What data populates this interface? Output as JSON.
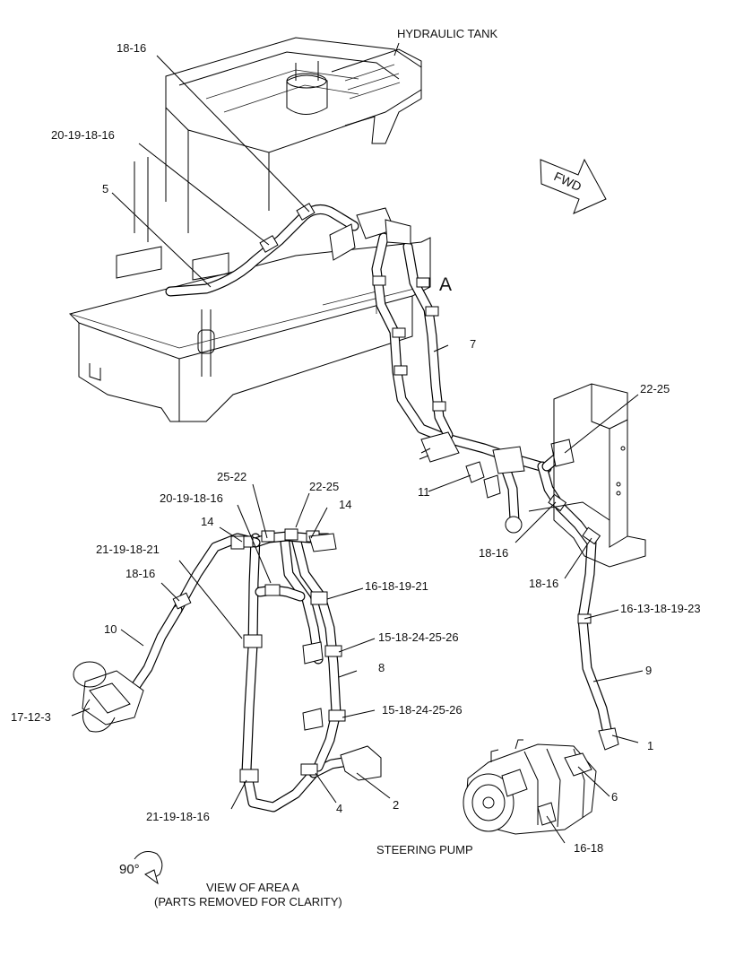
{
  "callouts": {
    "hydraulic_tank": "HYDRAULIC TANK",
    "fwd": "FWD",
    "area_a": "A",
    "steering_pump": "STEERING PUMP",
    "view_of_area_a": "VIEW OF AREA A",
    "parts_removed": "(PARTS REMOVED FOR CLARITY)",
    "rotation": "90°"
  },
  "part_labels": [
    "18-16",
    "20-19-18-16",
    "5",
    "7",
    "22-25",
    "11",
    "18-16",
    "18-16",
    "16-13-18-19-23",
    "9",
    "1",
    "6",
    "16-18",
    "25-22",
    "22-25",
    "20-19-18-16",
    "14",
    "14",
    "21-19-18-21",
    "18-16",
    "16-18-19-21",
    "10",
    "15-18-24-25-26",
    "8",
    "17-12-3",
    "15-18-24-25-26",
    "21-19-18-16",
    "4",
    "2"
  ]
}
